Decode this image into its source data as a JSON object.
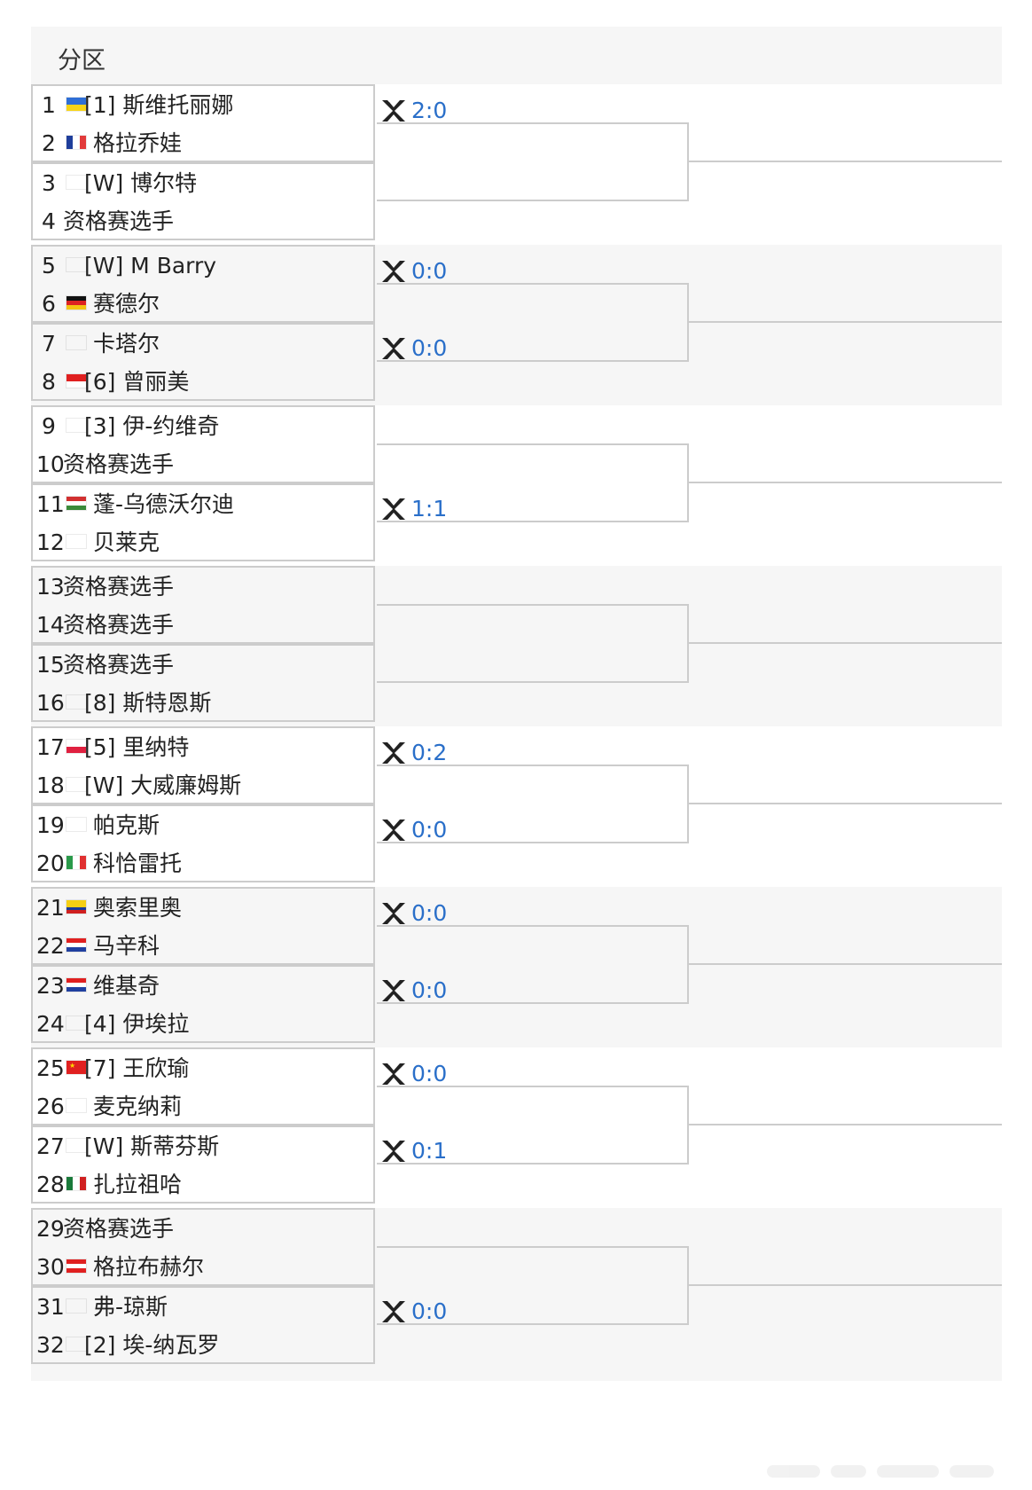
{
  "header": {
    "title": "分区"
  },
  "sections": [
    {
      "players": [
        {
          "num": "1",
          "flag": "ukraine",
          "name": "[1] 斯维托丽娜"
        },
        {
          "num": "2",
          "flag": "france",
          "name": "格拉乔娃"
        },
        {
          "num": "3",
          "flag": "uk",
          "name": "[W] 博尔特"
        },
        {
          "num": "4",
          "flag": "none",
          "name": "资格赛选手"
        }
      ],
      "results": [
        {
          "score": "2:0"
        },
        null
      ]
    },
    {
      "players": [
        {
          "num": "5",
          "flag": "newzealand",
          "name": "[W] M Barry"
        },
        {
          "num": "6",
          "flag": "germany",
          "name": "赛德尔"
        },
        {
          "num": "7",
          "flag": "uk",
          "name": "卡塔尔"
        },
        {
          "num": "8",
          "flag": "indonesia",
          "name": "[6] 曾丽美"
        }
      ],
      "results": [
        {
          "score": "0:0"
        },
        {
          "score": "0:0"
        }
      ]
    },
    {
      "players": [
        {
          "num": "9",
          "flag": "usa",
          "name": "[3] 伊-约维奇"
        },
        {
          "num": "10",
          "flag": "none",
          "name": "资格赛选手"
        },
        {
          "num": "11",
          "flag": "hungary",
          "name": "蓬-乌德沃尔迪"
        },
        {
          "num": "12",
          "flag": "czech",
          "name": "贝莱克"
        }
      ],
      "results": [
        null,
        {
          "score": "1:1"
        }
      ]
    },
    {
      "players": [
        {
          "num": "13",
          "flag": "none",
          "name": "资格赛选手"
        },
        {
          "num": "14",
          "flag": "none",
          "name": "资格赛选手"
        },
        {
          "num": "15",
          "flag": "none",
          "name": "资格赛选手"
        },
        {
          "num": "16",
          "flag": "usa",
          "name": "[8] 斯特恩斯"
        }
      ],
      "results": [
        null,
        null
      ]
    },
    {
      "players": [
        {
          "num": "17",
          "flag": "poland",
          "name": "[5] 里纳特"
        },
        {
          "num": "18",
          "flag": "usa",
          "name": "[W] 大威廉姆斯"
        },
        {
          "num": "19",
          "flag": "usa",
          "name": "帕克斯"
        },
        {
          "num": "20",
          "flag": "italy",
          "name": "科恰雷托"
        }
      ],
      "results": [
        {
          "score": "0:2"
        },
        {
          "score": "0:0"
        }
      ]
    },
    {
      "players": [
        {
          "num": "21",
          "flag": "colombia",
          "name": "奥索里奥"
        },
        {
          "num": "22",
          "flag": "croatia",
          "name": "马辛科"
        },
        {
          "num": "23",
          "flag": "croatia",
          "name": "维基奇"
        },
        {
          "num": "24",
          "flag": "philippines",
          "name": "[4] 伊埃拉"
        }
      ],
      "results": [
        {
          "score": "0:0"
        },
        {
          "score": "0:0"
        }
      ]
    },
    {
      "players": [
        {
          "num": "25",
          "flag": "china",
          "name": "[7] 王欣瑜"
        },
        {
          "num": "26",
          "flag": "usa",
          "name": "麦克纳莉"
        },
        {
          "num": "27",
          "flag": "usa",
          "name": "[W] 斯蒂芬斯"
        },
        {
          "num": "28",
          "flag": "mexico",
          "name": "扎拉祖哈"
        }
      ],
      "results": [
        {
          "score": "0:0"
        },
        {
          "score": "0:1"
        }
      ]
    },
    {
      "players": [
        {
          "num": "29",
          "flag": "none",
          "name": "资格赛选手"
        },
        {
          "num": "30",
          "flag": "austria",
          "name": "格拉布赫尔"
        },
        {
          "num": "31",
          "flag": "uk",
          "name": "弗-琼斯"
        },
        {
          "num": "32",
          "flag": "usa",
          "name": "[2] 埃-纳瓦罗"
        }
      ],
      "results": [
        null,
        {
          "score": "0:0"
        }
      ]
    }
  ],
  "colors": {
    "score": "#2a6fc9",
    "border": "#cccccc",
    "band": "#f6f6f6"
  }
}
